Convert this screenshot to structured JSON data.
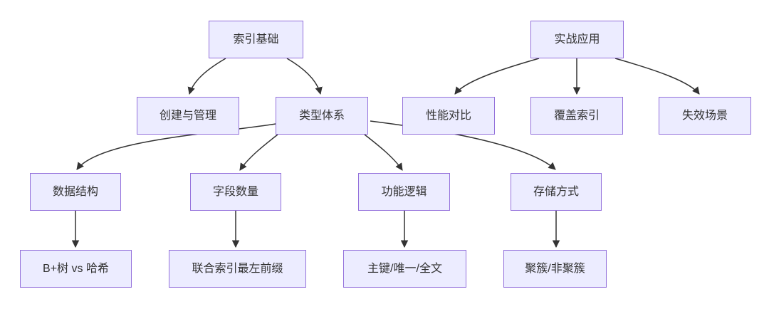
{
  "diagram": {
    "kind": "flowchart",
    "direction": "top-down",
    "colors": {
      "node_fill": "#ECECFF",
      "node_border": "#9370DB",
      "edge_stroke": "#333333",
      "text": "#333333",
      "background": "#FFFFFF"
    },
    "nodes": [
      {
        "id": "index-basics",
        "label": "索引基础"
      },
      {
        "id": "practical-application",
        "label": "实战应用"
      },
      {
        "id": "creation-management",
        "label": "创建与管理"
      },
      {
        "id": "type-system",
        "label": "类型体系"
      },
      {
        "id": "performance-comparison",
        "label": "性能对比"
      },
      {
        "id": "covering-index",
        "label": "覆盖索引"
      },
      {
        "id": "failure-scenarios",
        "label": "失效场景"
      },
      {
        "id": "data-structure",
        "label": "数据结构"
      },
      {
        "id": "field-count",
        "label": "字段数量"
      },
      {
        "id": "function-logic",
        "label": "功能逻辑"
      },
      {
        "id": "storage-method",
        "label": "存储方式"
      },
      {
        "id": "btree-vs-hash",
        "label": "B+树 vs 哈希"
      },
      {
        "id": "composite-index-leftmost-prefix",
        "label": "联合索引最左前缀"
      },
      {
        "id": "primary-unique-fulltext",
        "label": "主键/唯一/全文"
      },
      {
        "id": "clustered-nonclustered",
        "label": "聚簇/非聚簇"
      }
    ],
    "edges": [
      {
        "from": "index-basics",
        "to": "creation-management"
      },
      {
        "from": "index-basics",
        "to": "type-system"
      },
      {
        "from": "practical-application",
        "to": "performance-comparison"
      },
      {
        "from": "practical-application",
        "to": "covering-index"
      },
      {
        "from": "practical-application",
        "to": "failure-scenarios"
      },
      {
        "from": "type-system",
        "to": "data-structure"
      },
      {
        "from": "type-system",
        "to": "field-count"
      },
      {
        "from": "type-system",
        "to": "function-logic"
      },
      {
        "from": "type-system",
        "to": "storage-method"
      },
      {
        "from": "data-structure",
        "to": "btree-vs-hash"
      },
      {
        "from": "field-count",
        "to": "composite-index-leftmost-prefix"
      },
      {
        "from": "function-logic",
        "to": "primary-unique-fulltext"
      },
      {
        "from": "storage-method",
        "to": "clustered-nonclustered"
      }
    ]
  }
}
